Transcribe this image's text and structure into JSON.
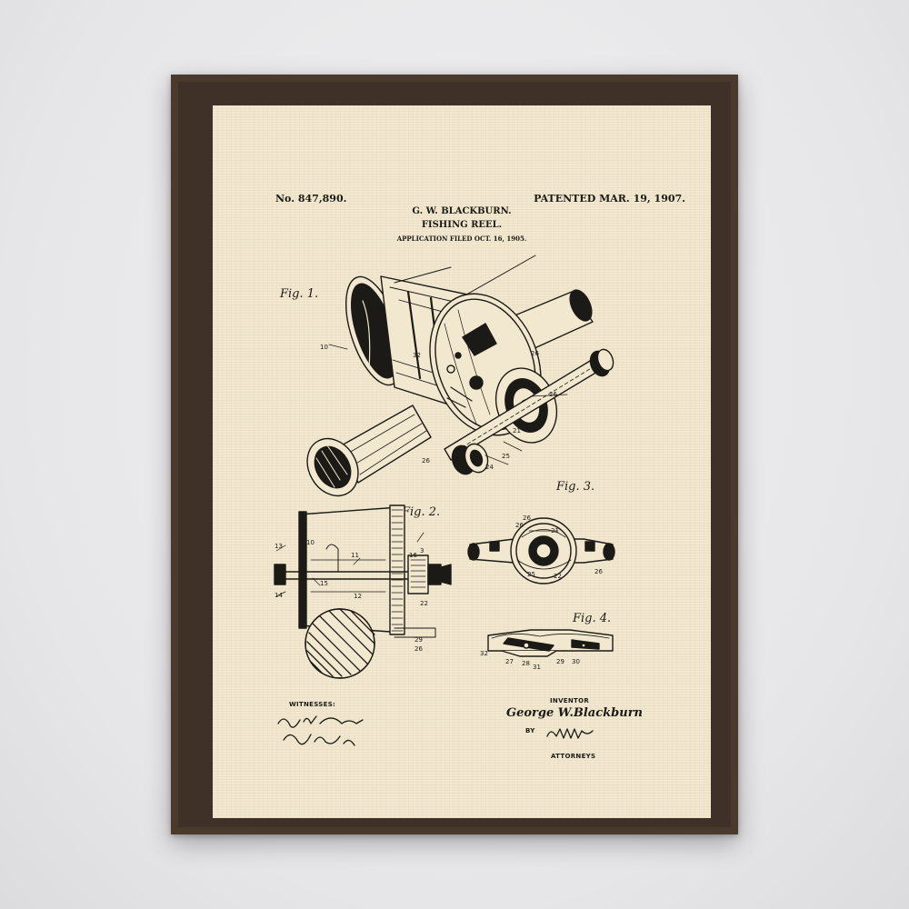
{
  "patent": {
    "number": "No. 847,890.",
    "date": "PATENTED MAR. 19, 1907.",
    "inventor": "G. W. BLACKBURN.",
    "title": "FISHING REEL.",
    "application": "APPLICATION FILED OCT. 16, 1905."
  },
  "figures": {
    "fig1": "Fig. 1.",
    "fig2": "Fig. 2.",
    "fig3": "Fig. 3.",
    "fig4": "Fig. 4."
  },
  "footer": {
    "witnesses_label": "WITNESSES:",
    "inventor_label": "INVENTOR",
    "inventor_signature": "George W.Blackburn",
    "by_label": "BY",
    "attorneys_label": "ATTORNEYS"
  },
  "colors": {
    "frame": "#4a3a2e",
    "paper": "#f2e8cf",
    "ink": "#1c1a16"
  }
}
